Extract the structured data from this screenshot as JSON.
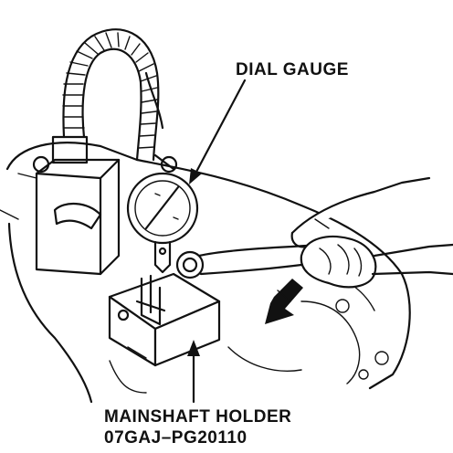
{
  "labels": {
    "dial_gauge": "DIAL GAUGE",
    "holder_name": "MAINSHAFT HOLDER",
    "holder_part_number": "07GAJ–PG20110"
  },
  "colors": {
    "ink": "#111111",
    "background": "#ffffff"
  }
}
